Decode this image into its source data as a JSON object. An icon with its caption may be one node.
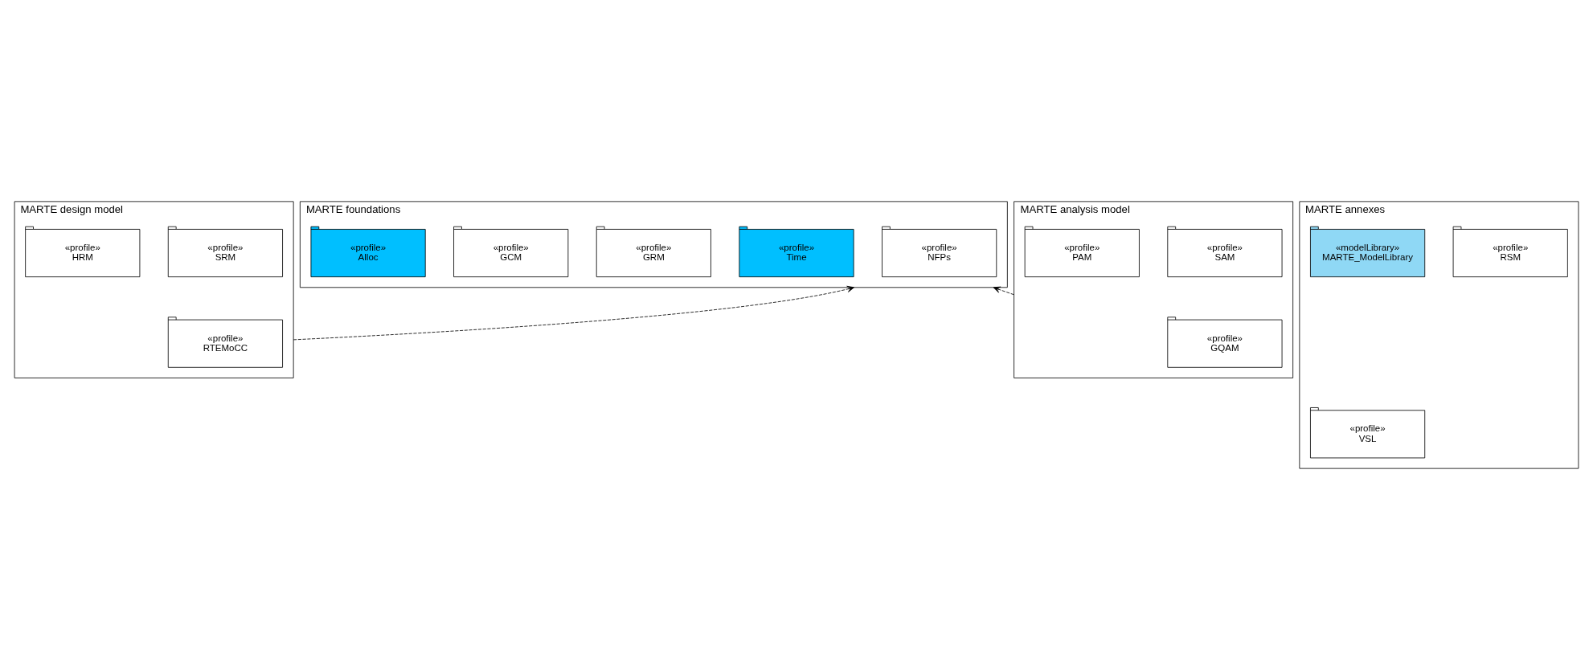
{
  "diagram": {
    "nodes": [
      {
        "text": [
          "MARTE foundations"
        ]
      },
      {
        "text": [
          "«profile»",
          "NFPs"
        ],
        "in": 0
      },
      {
        "text": [
          "«profile»",
          "Time"
        ],
        "in": 0
      },
      {
        "text": [
          "«profile»",
          "GRM"
        ],
        "in": 0
      },
      {
        "text": [
          "«profile»",
          "GCM"
        ],
        "in": 0
      },
      {
        "text": [
          "«profile»",
          "Alloc"
        ],
        "in": 0
      },
      {
        "text": [
          "MARTE design model"
        ]
      },
      {
        "text": [
          "«profile»",
          "RTEMoCC"
        ],
        "in": 6
      },
      {
        "text": [
          "«profile»",
          "SRM"
        ],
        "in": 6
      },
      {
        "text": [
          "«profile»",
          "HRM"
        ],
        "in": 6
      },
      {
        "text": [
          "MARTE analysis model"
        ]
      },
      {
        "text": [
          "«profile»",
          "GQAM"
        ],
        "in": 10
      },
      {
        "text": [
          "«profile»",
          "SAM"
        ],
        "in": 10
      },
      {
        "text": [
          "«profile»",
          "PAM"
        ],
        "in": 10
      },
      {
        "text": [
          "MARTE annexes"
        ]
      },
      {
        "text": [
          "«profile»",
          "VSL"
        ],
        "in": 14
      },
      {
        "text": [
          "«profile»",
          "RSM"
        ],
        "in": 14
      },
      {
        "text": [
          "«modelLibrary»",
          "MARTE_ModelLibrary"
        ],
        "in": 14
      }
    ],
    "edges": [
      {
        "from": 6,
        "to": 0,
        "arrow": "to",
        "style": "dashed"
      },
      {
        "from": 10,
        "to": 0,
        "arrow": "to",
        "style": "dashed"
      }
    ]
  }
}
